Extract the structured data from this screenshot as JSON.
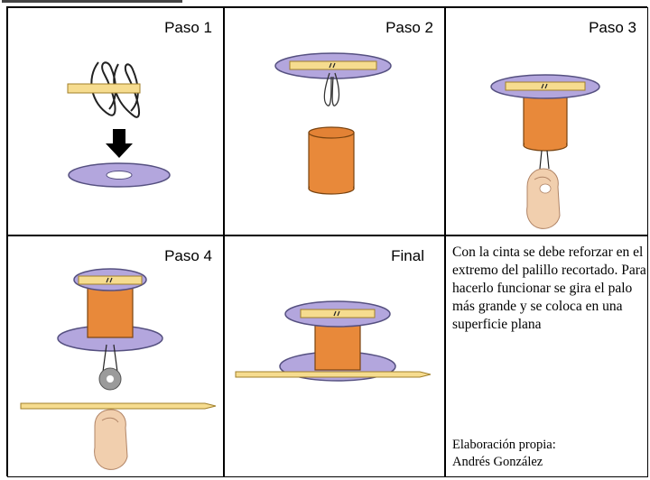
{
  "panels": [
    {
      "label": "Paso 1"
    },
    {
      "label": "Paso 2"
    },
    {
      "label": "Paso 3"
    },
    {
      "label": "Paso 4"
    },
    {
      "label": "Final"
    }
  ],
  "description": "Con la cinta se debe reforzar en el extremo del palillo recortado. Para hacerlo funcionar se gira el palo más grande y se coloca en una superficie plana",
  "credit_line1": "Elaboración propia:",
  "credit_line2": "Andrés González",
  "colors": {
    "disc": "#b3a6dd",
    "disc_stroke": "#555080",
    "spool": "#e8893a",
    "spool_stroke": "#7a4410",
    "stick": "#f6dc8f",
    "stick_stroke": "#a07f2a",
    "washer": "#9b9b9b",
    "skin": "#f1cfae"
  }
}
